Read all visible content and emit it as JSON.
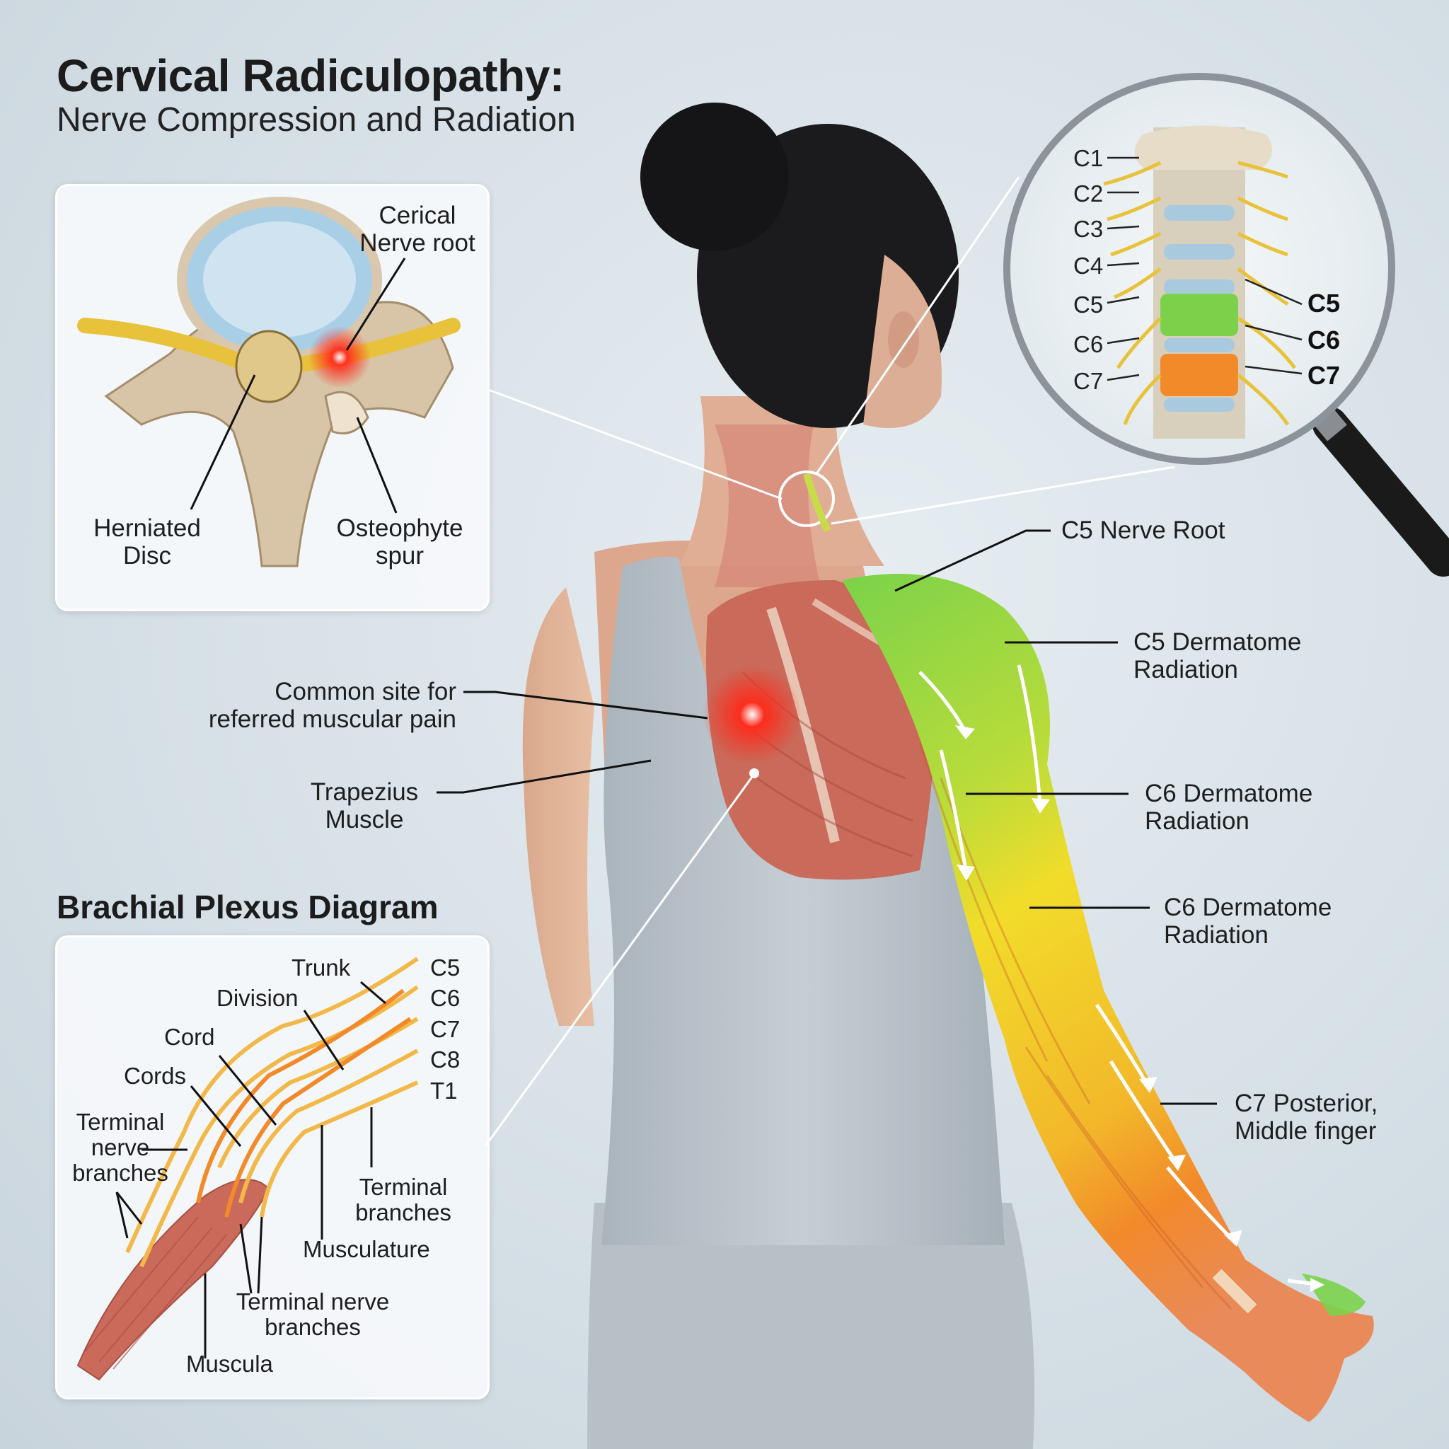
{
  "header": {
    "title": "Cervical Radiculopathy:",
    "subtitle": "Nerve Compression and Radiation"
  },
  "vertebra_panel": {
    "nerve_root_label": [
      "Cerical",
      "Nerve root"
    ],
    "herniated_disc_label": [
      "Herniated",
      "Disc"
    ],
    "osteophyte_label": [
      "Osteophyte",
      "spur"
    ]
  },
  "magnifier": {
    "levels": [
      "C1",
      "C2",
      "C3",
      "C4",
      "C5",
      "C6",
      "C7"
    ],
    "highlighted": [
      "C5",
      "C6",
      "C7"
    ]
  },
  "figure_labels": {
    "c5_root": "C5 Nerve Root",
    "c5_dermatome": [
      "C5 Dermatome",
      "Radiation"
    ],
    "c6_dermatome_upper": [
      "C6 Dermatome",
      "Radiation"
    ],
    "c6_dermatome_lower": [
      "C6 Dermatome",
      "Radiation"
    ],
    "c7_posterior": [
      "C7 Posterior,",
      "Middle finger"
    ],
    "referred_pain": [
      "Common site for",
      "referred muscular pain"
    ],
    "trapezius": [
      "Trapezius",
      "Muscle"
    ]
  },
  "plexus_panel": {
    "title": "Brachial Plexus Diagram",
    "roots": [
      "C5",
      "C6",
      "C7",
      "C8",
      "T1"
    ],
    "trunk": "Trunk",
    "division": "Division",
    "cord": "Cord",
    "cords": "Cords",
    "terminal_nerve_branches_left": [
      "Terminal",
      "nerve",
      "branches"
    ],
    "terminal_branches_right": [
      "Terminal",
      "branches"
    ],
    "musculature": "Musculature",
    "terminal_nerve_branches_bottom": [
      "Terminal nerve",
      "branches"
    ],
    "muscula": "Muscula"
  },
  "colors": {
    "c5": "#7bd24a",
    "c6": "#f2dc2a",
    "c7": "#f28a2a",
    "pain": "#ff2a1a",
    "muscle": "#c96a5a"
  }
}
